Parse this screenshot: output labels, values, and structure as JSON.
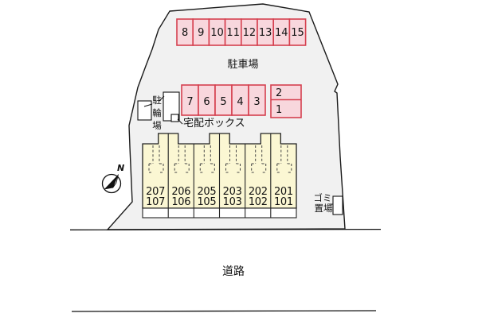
{
  "labels": {
    "parking_lot": "駐車場",
    "bicycle_parking_chars": [
      "駐",
      "輪",
      "場"
    ],
    "delivery_box": "宅配ボックス",
    "garbage": [
      "ゴミ",
      "置場"
    ],
    "road": "道路",
    "north": "N"
  },
  "parking": {
    "top_row": [
      "8",
      "9",
      "10",
      "11",
      "12",
      "13",
      "14",
      "15"
    ],
    "mid_row": [
      "7",
      "6",
      "5",
      "4",
      "3"
    ],
    "stack": [
      "2",
      "1"
    ],
    "stall_fill": "#f8d7dd",
    "stall_border": "#d5404f"
  },
  "building": {
    "fill": "#fbf7d3",
    "units": [
      {
        "upper": "207",
        "lower": "107"
      },
      {
        "upper": "206",
        "lower": "106"
      },
      {
        "upper": "205",
        "lower": "105"
      },
      {
        "upper": "203",
        "lower": "103"
      },
      {
        "upper": "202",
        "lower": "102"
      },
      {
        "upper": "201",
        "lower": "101"
      }
    ]
  },
  "site": {
    "fill": "#f1f1f1",
    "outline": "#1a1a1a"
  }
}
